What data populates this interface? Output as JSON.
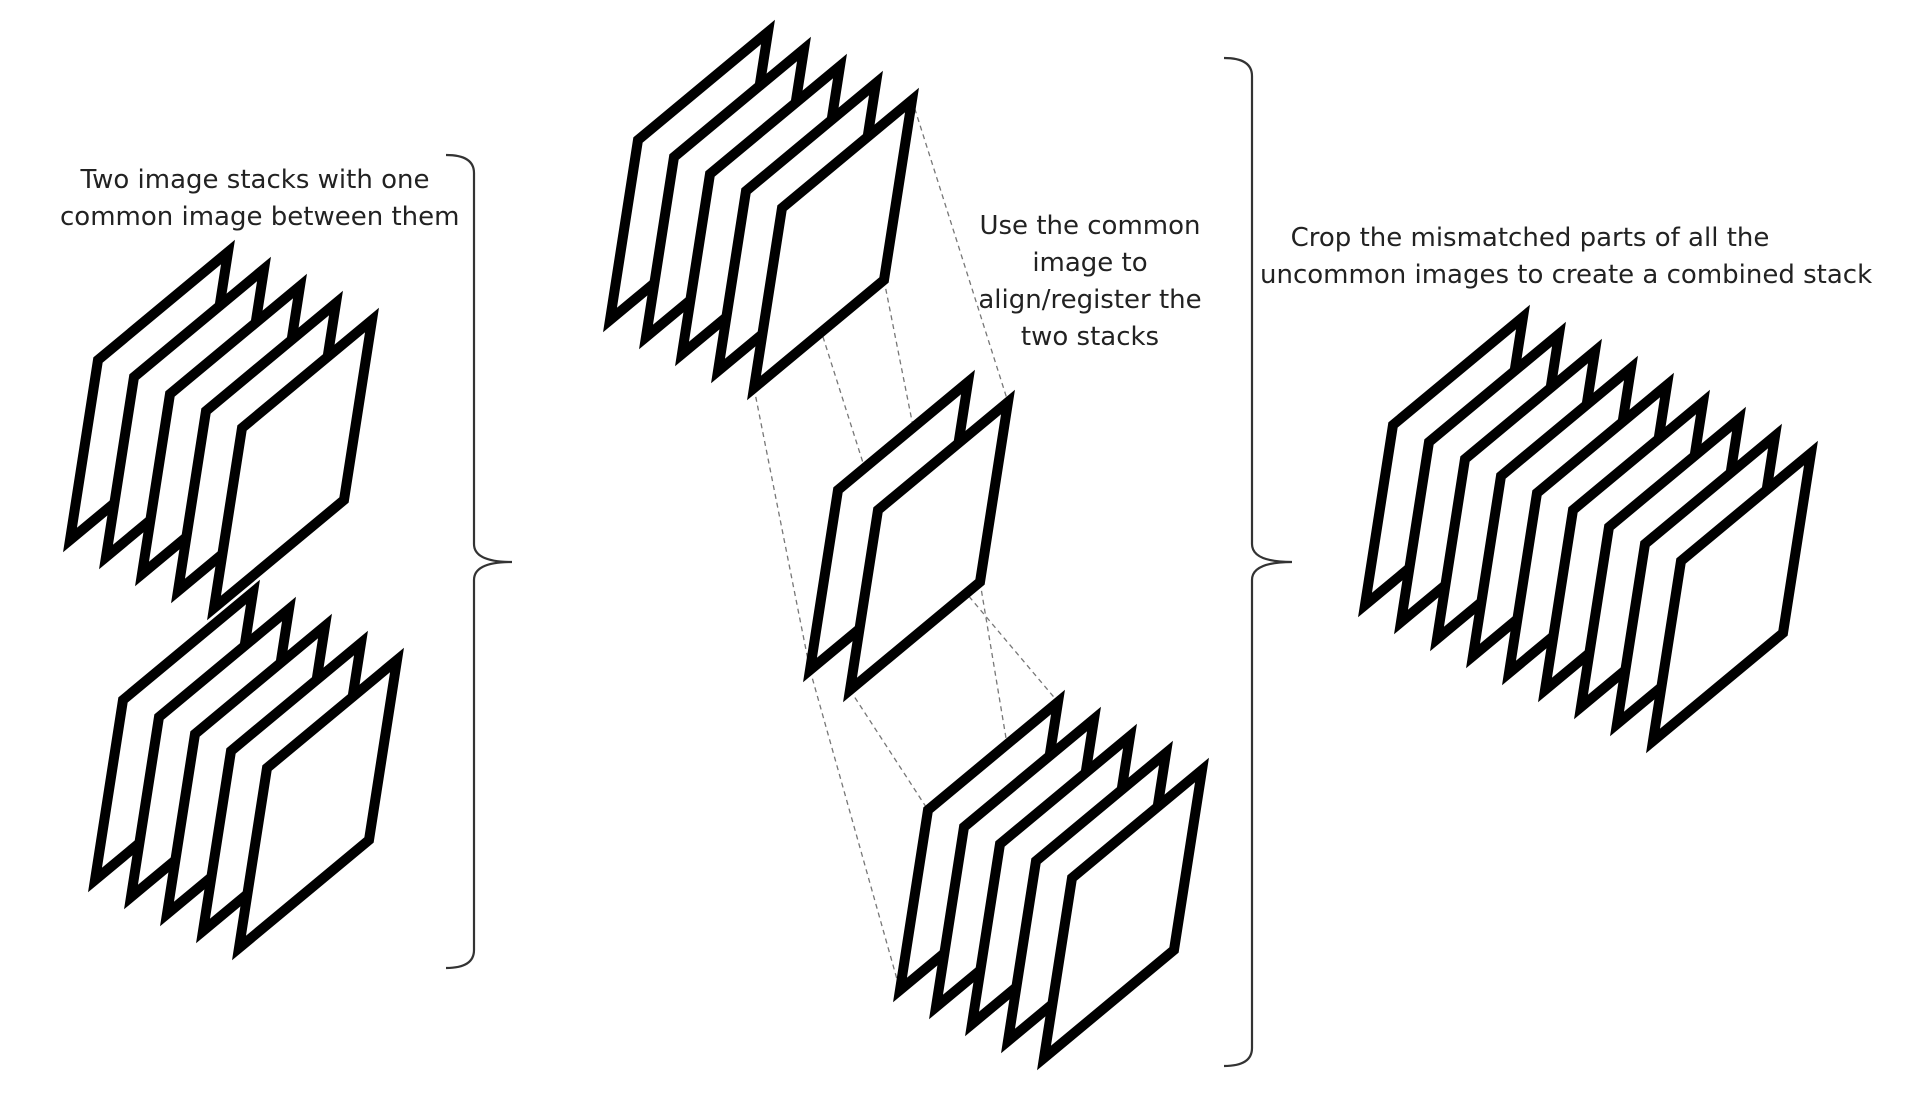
{
  "captions": {
    "stacks_description": [
      "Two image stacks with one",
      "common image between them"
    ],
    "align_step": [
      "Use the common",
      "image to",
      "align/register the",
      "two stacks"
    ],
    "crop_step": [
      "Crop the mismatched parts of all the",
      "uncommon images to create a combined stack"
    ]
  },
  "colors": {
    "frame_stroke": "#000000",
    "frame_fill": "#ffffff",
    "connector": "#777777",
    "bracket": "#333333",
    "text": "#222222"
  }
}
